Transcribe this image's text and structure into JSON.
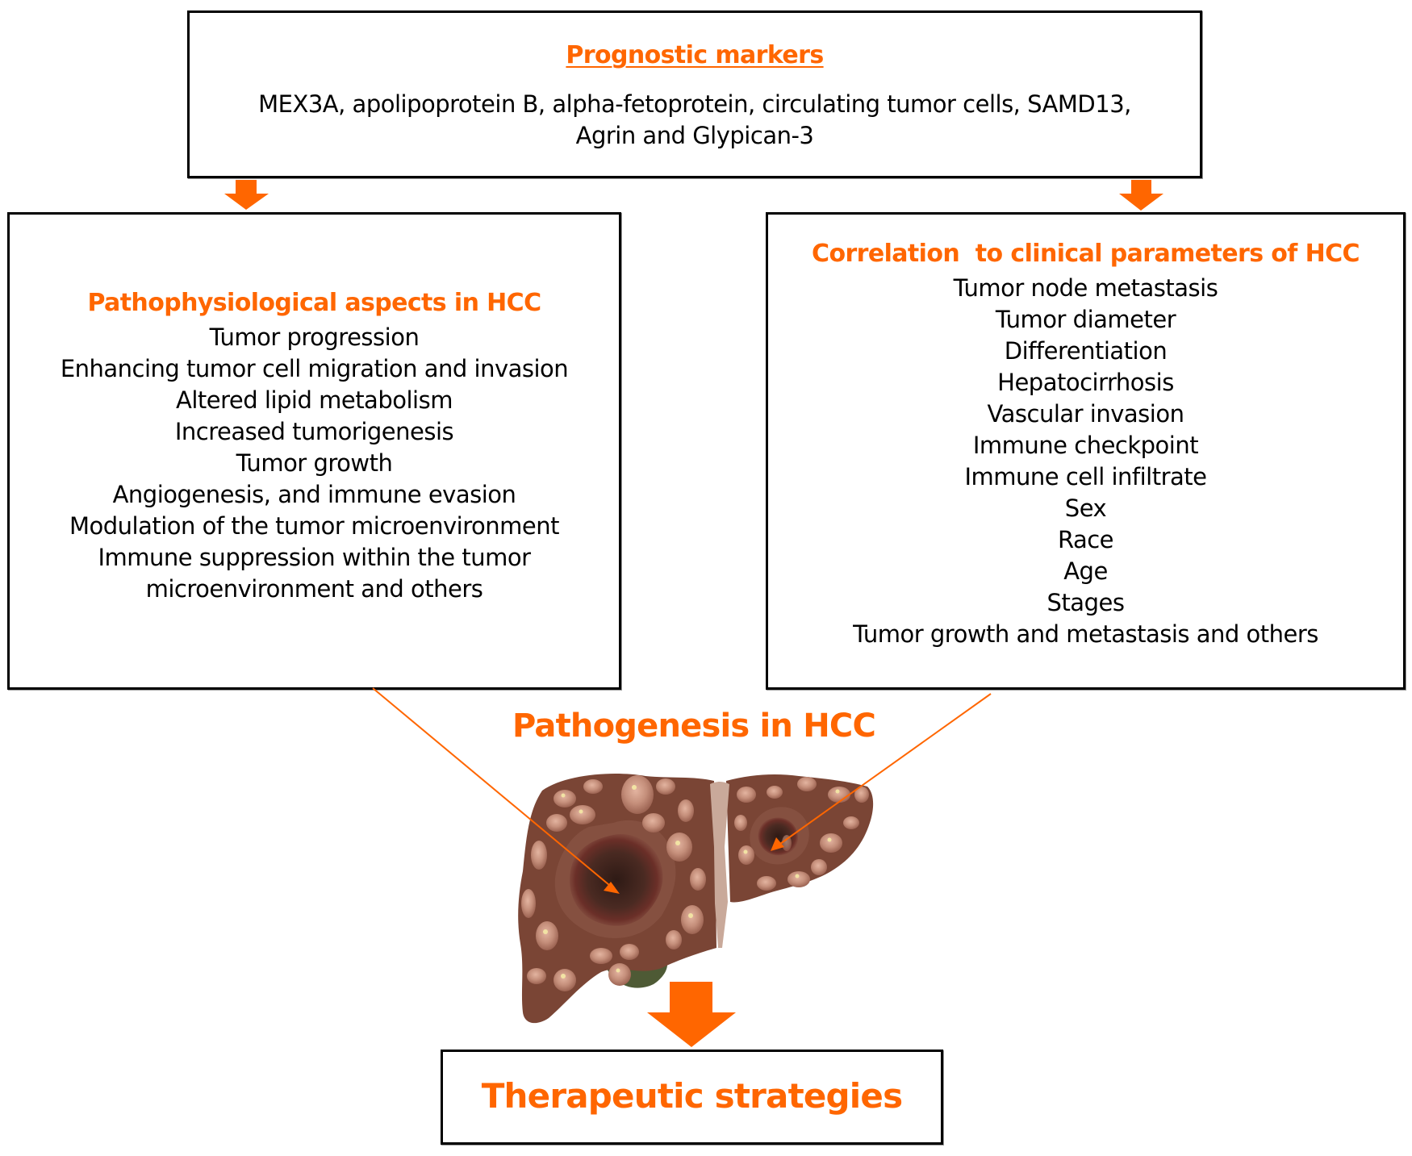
{
  "colors": {
    "accent": "#ff6600",
    "text": "#000000",
    "border": "#000000",
    "liver_base": "#7a4535",
    "liver_nodule": "#b8806c",
    "liver_highlight": "#f2e3a4",
    "tumor_core": "#3a221c",
    "ligament": "#c9a99a",
    "gallbladder": "#4e5a35"
  },
  "prognostic_markers": {
    "heading": "Prognostic markers",
    "lines": [
      "MEX3A, apolipoprotein B, alpha-fetoprotein, circulating tumor cells,  SAMD13,",
      "Agrin and Glypican-3"
    ]
  },
  "pathophysiological": {
    "heading": "Pathophysiological aspects in HCC",
    "items": [
      "Tumor progression",
      "Enhancing tumor cell migration and invasion",
      "Altered lipid metabolism",
      "Increased tumorigenesis",
      "Tumor growth",
      "Angiogenesis, and immune evasion",
      "Modulation of the tumor microenvironment",
      "Immune suppression within the tumor",
      "microenvironment and others"
    ]
  },
  "clinical_correlation": {
    "heading": "Correlation  to clinical parameters of HCC",
    "items": [
      "Tumor node metastasis",
      "Tumor diameter",
      "Differentiation",
      "Hepatocirrhosis",
      "Vascular invasion",
      "Immune checkpoint",
      "Immune cell infiltrate",
      "Sex",
      "Race",
      "Age",
      "Stages",
      "Tumor growth and metastasis and others"
    ]
  },
  "center": {
    "title": "Pathogenesis in HCC",
    "illustration": "liver-with-tumors-icon"
  },
  "outcome": {
    "title": "Therapeutic strategies"
  }
}
